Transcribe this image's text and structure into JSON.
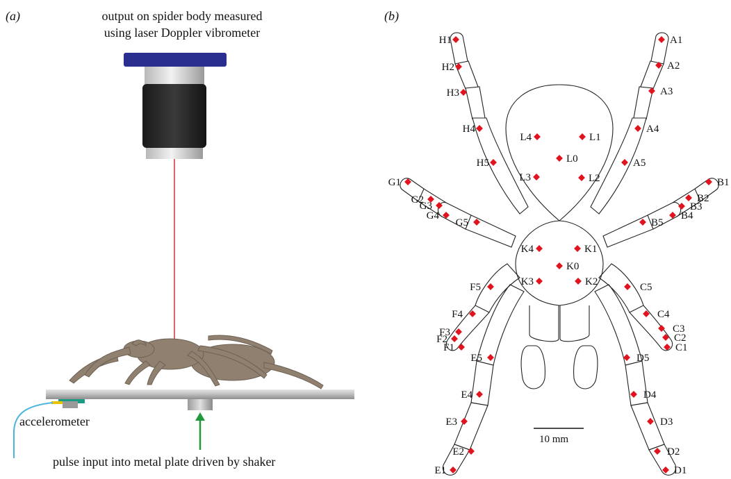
{
  "panel_a": {
    "label": "(a)",
    "caption_top_line1": "output on spider body measured",
    "caption_top_line2": "using laser Doppler vibrometer",
    "accelerometer_label": "accelerometer",
    "pulse_label": "pulse input into metal plate driven by shaker"
  },
  "panel_b": {
    "label": "(b)",
    "scale_bar_label": "10 mm",
    "points": [
      {
        "id": "H1"
      },
      {
        "id": "H2"
      },
      {
        "id": "H3"
      },
      {
        "id": "H4"
      },
      {
        "id": "H5"
      },
      {
        "id": "A1"
      },
      {
        "id": "A2"
      },
      {
        "id": "A3"
      },
      {
        "id": "A4"
      },
      {
        "id": "A5"
      },
      {
        "id": "G1"
      },
      {
        "id": "G2"
      },
      {
        "id": "G3"
      },
      {
        "id": "G4"
      },
      {
        "id": "G5"
      },
      {
        "id": "B1"
      },
      {
        "id": "B2"
      },
      {
        "id": "B3"
      },
      {
        "id": "B4"
      },
      {
        "id": "B5"
      },
      {
        "id": "L0"
      },
      {
        "id": "L1"
      },
      {
        "id": "L2"
      },
      {
        "id": "L3"
      },
      {
        "id": "L4"
      },
      {
        "id": "K0"
      },
      {
        "id": "K1"
      },
      {
        "id": "K2"
      },
      {
        "id": "K3"
      },
      {
        "id": "K4"
      },
      {
        "id": "F1"
      },
      {
        "id": "F2"
      },
      {
        "id": "F3"
      },
      {
        "id": "F4"
      },
      {
        "id": "F5"
      },
      {
        "id": "C1"
      },
      {
        "id": "C2"
      },
      {
        "id": "C3"
      },
      {
        "id": "C4"
      },
      {
        "id": "C5"
      },
      {
        "id": "E1"
      },
      {
        "id": "E2"
      },
      {
        "id": "E3"
      },
      {
        "id": "E4"
      },
      {
        "id": "E5"
      },
      {
        "id": "D1"
      },
      {
        "id": "D2"
      },
      {
        "id": "D3"
      },
      {
        "id": "D4"
      },
      {
        "id": "D5"
      }
    ]
  },
  "colors": {
    "marker": "#e0141e",
    "laser": "#d81e28",
    "vibrometer_cap": "#2a2f8f",
    "cable": "#4fb4dc",
    "pulse_arrow": "#1e9a3a",
    "spider": "#8f8070"
  }
}
